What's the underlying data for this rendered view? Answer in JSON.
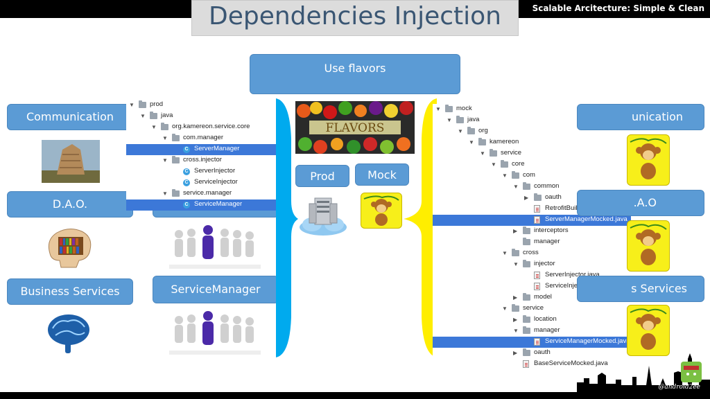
{
  "header": {
    "title": "Dependencies Injection",
    "subtitle": "Scalable Arcitecture: Simple & Clean"
  },
  "left_labels": {
    "communication": "Communication",
    "dao": "D.A.O.",
    "business_services": "Business Services",
    "service_manager": "ServiceManager"
  },
  "center": {
    "use_flavors": "Use flavors",
    "flavors_banner": "FLAVORS",
    "prod": "Prod",
    "mock": "Mock"
  },
  "right_labels": {
    "communication": "unication",
    "dao": ".A.O",
    "business_services": "s Services"
  },
  "prod_tree": [
    {
      "label": "prod",
      "kind": "folder",
      "indent": 0,
      "arrow": "▼",
      "selected": false
    },
    {
      "label": "java",
      "kind": "folder",
      "indent": 1,
      "arrow": "▼",
      "selected": false
    },
    {
      "label": "org.kamereon.service.core",
      "kind": "folder",
      "indent": 2,
      "arrow": "▼",
      "selected": false
    },
    {
      "label": "com.manager",
      "kind": "folder",
      "indent": 3,
      "arrow": "▼",
      "selected": false
    },
    {
      "label": "ServerManager",
      "kind": "class",
      "indent": 4,
      "arrow": "",
      "selected": true
    },
    {
      "label": "cross.injector",
      "kind": "folder",
      "indent": 3,
      "arrow": "▼",
      "selected": false
    },
    {
      "label": "ServerInjector",
      "kind": "class",
      "indent": 4,
      "arrow": "",
      "selected": false
    },
    {
      "label": "ServiceInjector",
      "kind": "class",
      "indent": 4,
      "arrow": "",
      "selected": false
    },
    {
      "label": "service.manager",
      "kind": "folder",
      "indent": 3,
      "arrow": "▼",
      "selected": false
    },
    {
      "label": "ServiceManager",
      "kind": "class",
      "indent": 4,
      "arrow": "",
      "selected": true
    }
  ],
  "mock_tree": [
    {
      "label": "mock",
      "kind": "folder",
      "indent": 0,
      "arrow": "▼",
      "selected": false
    },
    {
      "label": "java",
      "kind": "folder",
      "indent": 1,
      "arrow": "▼",
      "selected": false
    },
    {
      "label": "org",
      "kind": "folder",
      "indent": 2,
      "arrow": "▼",
      "selected": false
    },
    {
      "label": "kamereon",
      "kind": "folder",
      "indent": 3,
      "arrow": "▼",
      "selected": false
    },
    {
      "label": "service",
      "kind": "folder",
      "indent": 4,
      "arrow": "▼",
      "selected": false
    },
    {
      "label": "core",
      "kind": "folder",
      "indent": 5,
      "arrow": "▼",
      "selected": false
    },
    {
      "label": "com",
      "kind": "folder",
      "indent": 6,
      "arrow": "▼",
      "selected": false
    },
    {
      "label": "common",
      "kind": "folder",
      "indent": 7,
      "arrow": "▼",
      "selected": false
    },
    {
      "label": "oauth",
      "kind": "folder",
      "indent": 8,
      "arrow": "▶",
      "selected": false
    },
    {
      "label": "RetrofitBuilderMocked.java",
      "kind": "file",
      "indent": 8,
      "arrow": "",
      "selected": false
    },
    {
      "label": "ServerManagerMocked.java",
      "kind": "file",
      "indent": 8,
      "arrow": "",
      "selected": true
    },
    {
      "label": "interceptors",
      "kind": "folder",
      "indent": 7,
      "arrow": "▶",
      "selected": false
    },
    {
      "label": "manager",
      "kind": "folder",
      "indent": 7,
      "arrow": "",
      "selected": false
    },
    {
      "label": "cross",
      "kind": "folder",
      "indent": 6,
      "arrow": "▼",
      "selected": false
    },
    {
      "label": "injector",
      "kind": "folder",
      "indent": 7,
      "arrow": "▼",
      "selected": false
    },
    {
      "label": "ServerInjector.java",
      "kind": "file",
      "indent": 8,
      "arrow": "",
      "selected": false
    },
    {
      "label": "ServiceInjector.java",
      "kind": "file",
      "indent": 8,
      "arrow": "",
      "selected": false
    },
    {
      "label": "model",
      "kind": "folder",
      "indent": 7,
      "arrow": "▶",
      "selected": false
    },
    {
      "label": "service",
      "kind": "folder",
      "indent": 6,
      "arrow": "▼",
      "selected": false
    },
    {
      "label": "location",
      "kind": "folder",
      "indent": 7,
      "arrow": "▶",
      "selected": false
    },
    {
      "label": "manager",
      "kind": "folder",
      "indent": 7,
      "arrow": "▼",
      "selected": false
    },
    {
      "label": "ServiceManagerMocked.java",
      "kind": "file",
      "indent": 8,
      "arrow": "",
      "selected": true
    },
    {
      "label": "oauth",
      "kind": "folder",
      "indent": 7,
      "arrow": "▶",
      "selected": false
    },
    {
      "label": "BaseServiceMocked.java",
      "kind": "file",
      "indent": 7,
      "arrow": "",
      "selected": false
    }
  ],
  "footer": {
    "handle": "@android2ee"
  },
  "colors": {
    "blue_box": "#5b9bd5",
    "prod_bracket": "#00aaee",
    "mock_bracket": "#ffee00",
    "selection": "#3c78d8",
    "title_text": "#3a5673"
  }
}
